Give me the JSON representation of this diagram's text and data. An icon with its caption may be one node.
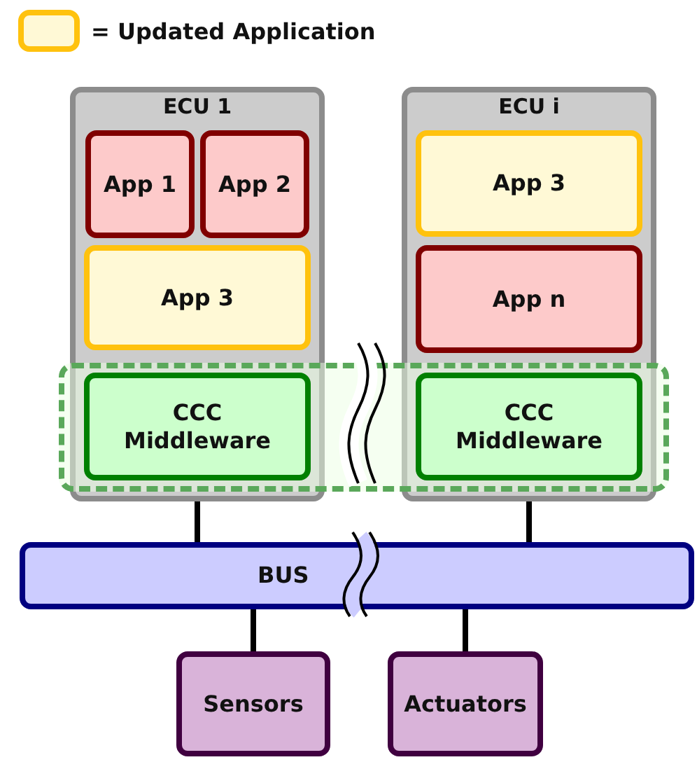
{
  "diagram": {
    "nodes": [
      {
        "text": [
          "ECU 1"
        ]
      },
      {
        "text": [
          "App 1"
        ],
        "in": 0
      },
      {
        "text": [
          "App 2"
        ],
        "in": 0
      },
      {
        "text": [
          "App 3"
        ],
        "in": 0
      },
      {
        "text": [
          "CCC Middleware"
        ]
      },
      {
        "text": [
          "ECU i"
        ]
      },
      {
        "text": [
          "App 3"
        ],
        "in": 5
      },
      {
        "text": [
          "App n"
        ],
        "in": 5
      },
      {
        "text": [
          "CCC Middleware"
        ]
      },
      {
        "text": [],
        "shape": "box"
      },
      {
        "text": [
          "BUS"
        ]
      },
      {
        "text": [
          "Sensors"
        ]
      },
      {
        "text": [
          "Actuators"
        ]
      }
    ],
    "edges": [
      {
        "from": 0,
        "to": 10,
        "arrow": "none"
      },
      {
        "from": 5,
        "to": 10,
        "arrow": "none"
      },
      {
        "from": 10,
        "to": 11,
        "arrow": "none"
      },
      {
        "from": 10,
        "to": 12,
        "arrow": "none"
      }
    ],
    "legend": [
      {
        "text": "= Updated Application",
        "color": "#fff9d6"
      }
    ]
  }
}
